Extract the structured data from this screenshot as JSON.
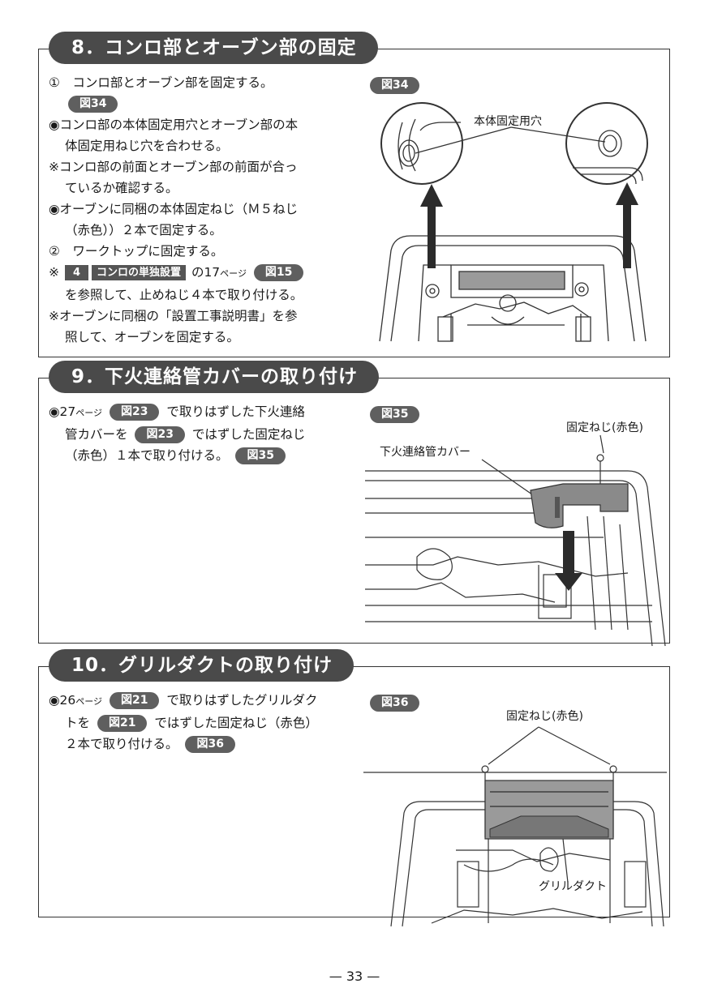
{
  "section8": {
    "title": "8．コンロ部とオーブン部の固定",
    "l1": "①　コンロ部とオーブン部を固定する。",
    "l1_fig": "図34",
    "l2a": "◉コンロ部の本体固定用穴とオーブン部の本",
    "l2b": "体固定用ねじ穴を合わせる。",
    "l3a": "※コンロ部の前面とオーブン部の前面が合っ",
    "l3b": "ているか確認する。",
    "l4a": "◉オーブンに同梱の本体固定ねじ（Ｍ５ねじ",
    "l4b": "（赤色））２本で固定する。",
    "l5": "②　ワークトップに固定する。",
    "l6_prefix": "※",
    "l6_num": "4",
    "l6_tag": "コンロの単独設置",
    "l6_of": "の17",
    "l6_page": "ページ",
    "l6_fig": "図15",
    "l7": "を参照して、止めねじ４本で取り付ける。",
    "l8a": "※オーブンに同梱の「設置工事説明書」を参",
    "l8b": "照して、オーブンを固定する。",
    "fig_label": "図34",
    "fig_callout": "本体固定用穴"
  },
  "section9": {
    "title": "9．下火連絡管カバーの取り付け",
    "l1_prefix": "◉27",
    "l1_page": "ページ",
    "l1_fig": "図23",
    "l1_rest": "で取りはずした下火連絡",
    "l2_a": "管カバーを",
    "l2_fig": "図23",
    "l2_rest": "ではずした固定ねじ",
    "l3_a": "（赤色）１本で取り付ける。",
    "l3_fig": "図35",
    "fig_label": "図35",
    "fig_callout_screw": "固定ねじ(赤色)",
    "fig_callout_cover": "下火連絡管カバー"
  },
  "section10": {
    "title": "10．グリルダクトの取り付け",
    "l1_prefix": "◉26",
    "l1_page": "ページ",
    "l1_fig": "図21",
    "l1_rest": "で取りはずしたグリルダク",
    "l2_a": "トを",
    "l2_fig": "図21",
    "l2_rest": "ではずした固定ねじ（赤色）",
    "l3_a": "２本で取り付ける。",
    "l3_fig": "図36",
    "fig_label": "図36",
    "fig_callout_screw": "固定ねじ(赤色)",
    "fig_callout_duct": "グリルダクト"
  },
  "page_number": "— 33 —"
}
